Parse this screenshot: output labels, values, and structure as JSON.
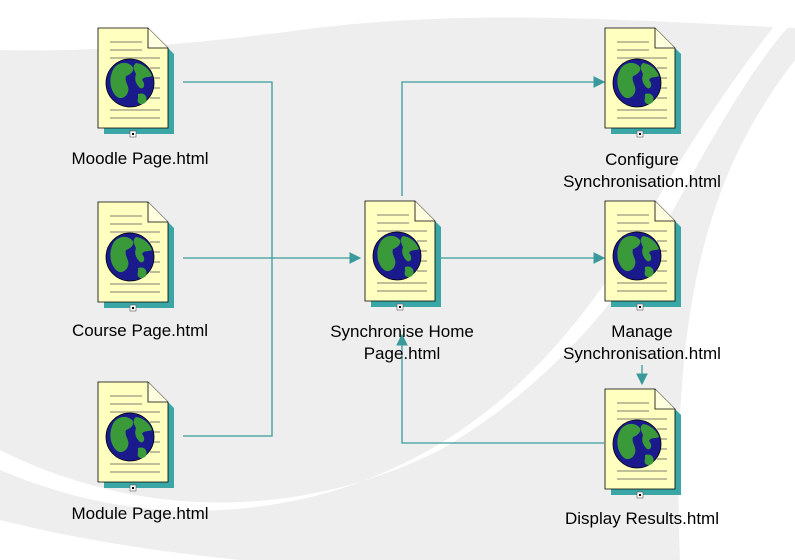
{
  "colors": {
    "background": "#eeeeee",
    "swoosh": "#ffffff",
    "connector": "#3a9a9a",
    "page_fill": "#ffffc0",
    "page_shadow": "#3aa6a6",
    "globe_ocean": "#1a1a8c",
    "globe_land": "#3a9a3a"
  },
  "icons": {
    "page": "web-page-globe-icon"
  },
  "nodes": {
    "moodle": {
      "label": "Moodle Page.html"
    },
    "course": {
      "label": "Course Page.html"
    },
    "module": {
      "label": "Module Page.html"
    },
    "home": {
      "label_line1": "Synchronise Home",
      "label_line2": "Page.html"
    },
    "configure": {
      "label_line1": "Configure",
      "label_line2": "Synchronisation.html"
    },
    "manage": {
      "label_line1": "Manage",
      "label_line2": "Synchronisation.html"
    },
    "display": {
      "label": "Display Results.html"
    }
  }
}
